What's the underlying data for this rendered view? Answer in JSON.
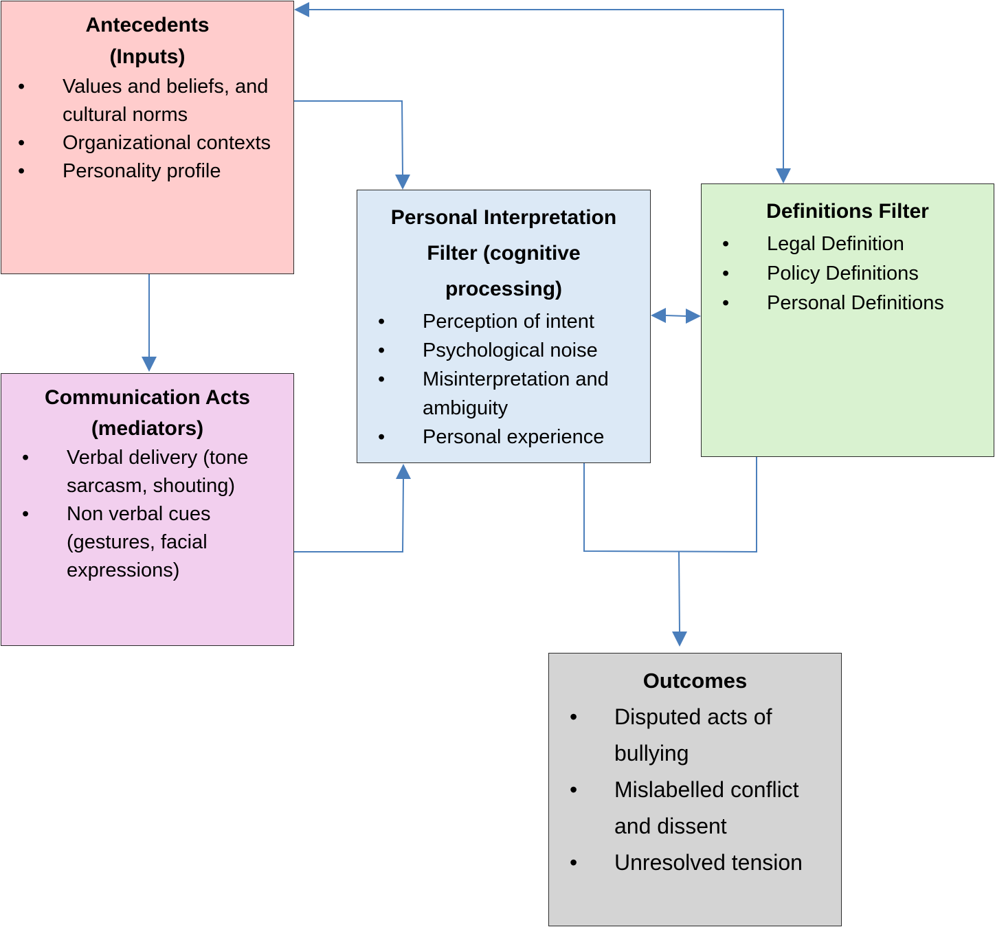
{
  "colors": {
    "antecedents": "#ffcccc",
    "communication": "#f2cfee",
    "personal": "#dce9f6",
    "definitions": "#d9f2d0",
    "outcomes": "#d4d4d4",
    "arrow": "#4a7ebb"
  },
  "bullet_glyph": "•",
  "antecedents": {
    "title_line1": "Antecedents",
    "title_line2": "(Inputs)",
    "items": [
      "Values and beliefs, and cultural norms",
      "Organizational contexts",
      "Personality profile"
    ]
  },
  "communication": {
    "title_line1": "Communication Acts",
    "title_line2": "(mediators)",
    "items": [
      "Verbal delivery (tone sarcasm, shouting)",
      "Non verbal cues (gestures, facial expressions)"
    ]
  },
  "personal": {
    "title": "Personal Interpretation Filter (cognitive processing)",
    "items": [
      "Perception of intent",
      "Psychological noise",
      "Misinterpretation and ambiguity",
      "Personal experience"
    ]
  },
  "definitions": {
    "title": "Definitions Filter",
    "items": [
      "Legal Definition",
      "Policy Definitions",
      "Personal Definitions"
    ]
  },
  "outcomes": {
    "title": "Outcomes",
    "items": [
      "Disputed acts of bullying",
      "Mislabelled conflict and dissent",
      "Unresolved tension"
    ]
  }
}
